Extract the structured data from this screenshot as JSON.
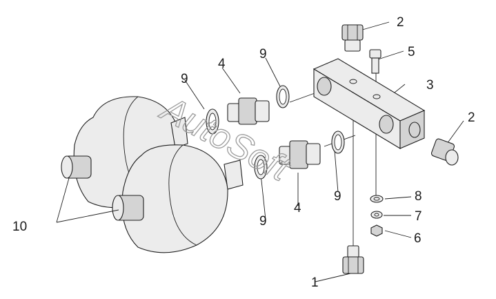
{
  "callouts": {
    "c1": "1",
    "c2a": "2",
    "c2b": "2",
    "c3": "3",
    "c4a": "4",
    "c4b": "4",
    "c5": "5",
    "c6": "6",
    "c7": "7",
    "c8": "8",
    "c9a": "9",
    "c9b": "9",
    "c9c": "9",
    "c9d": "9",
    "c10": "10"
  },
  "watermark": "AutoSoft"
}
